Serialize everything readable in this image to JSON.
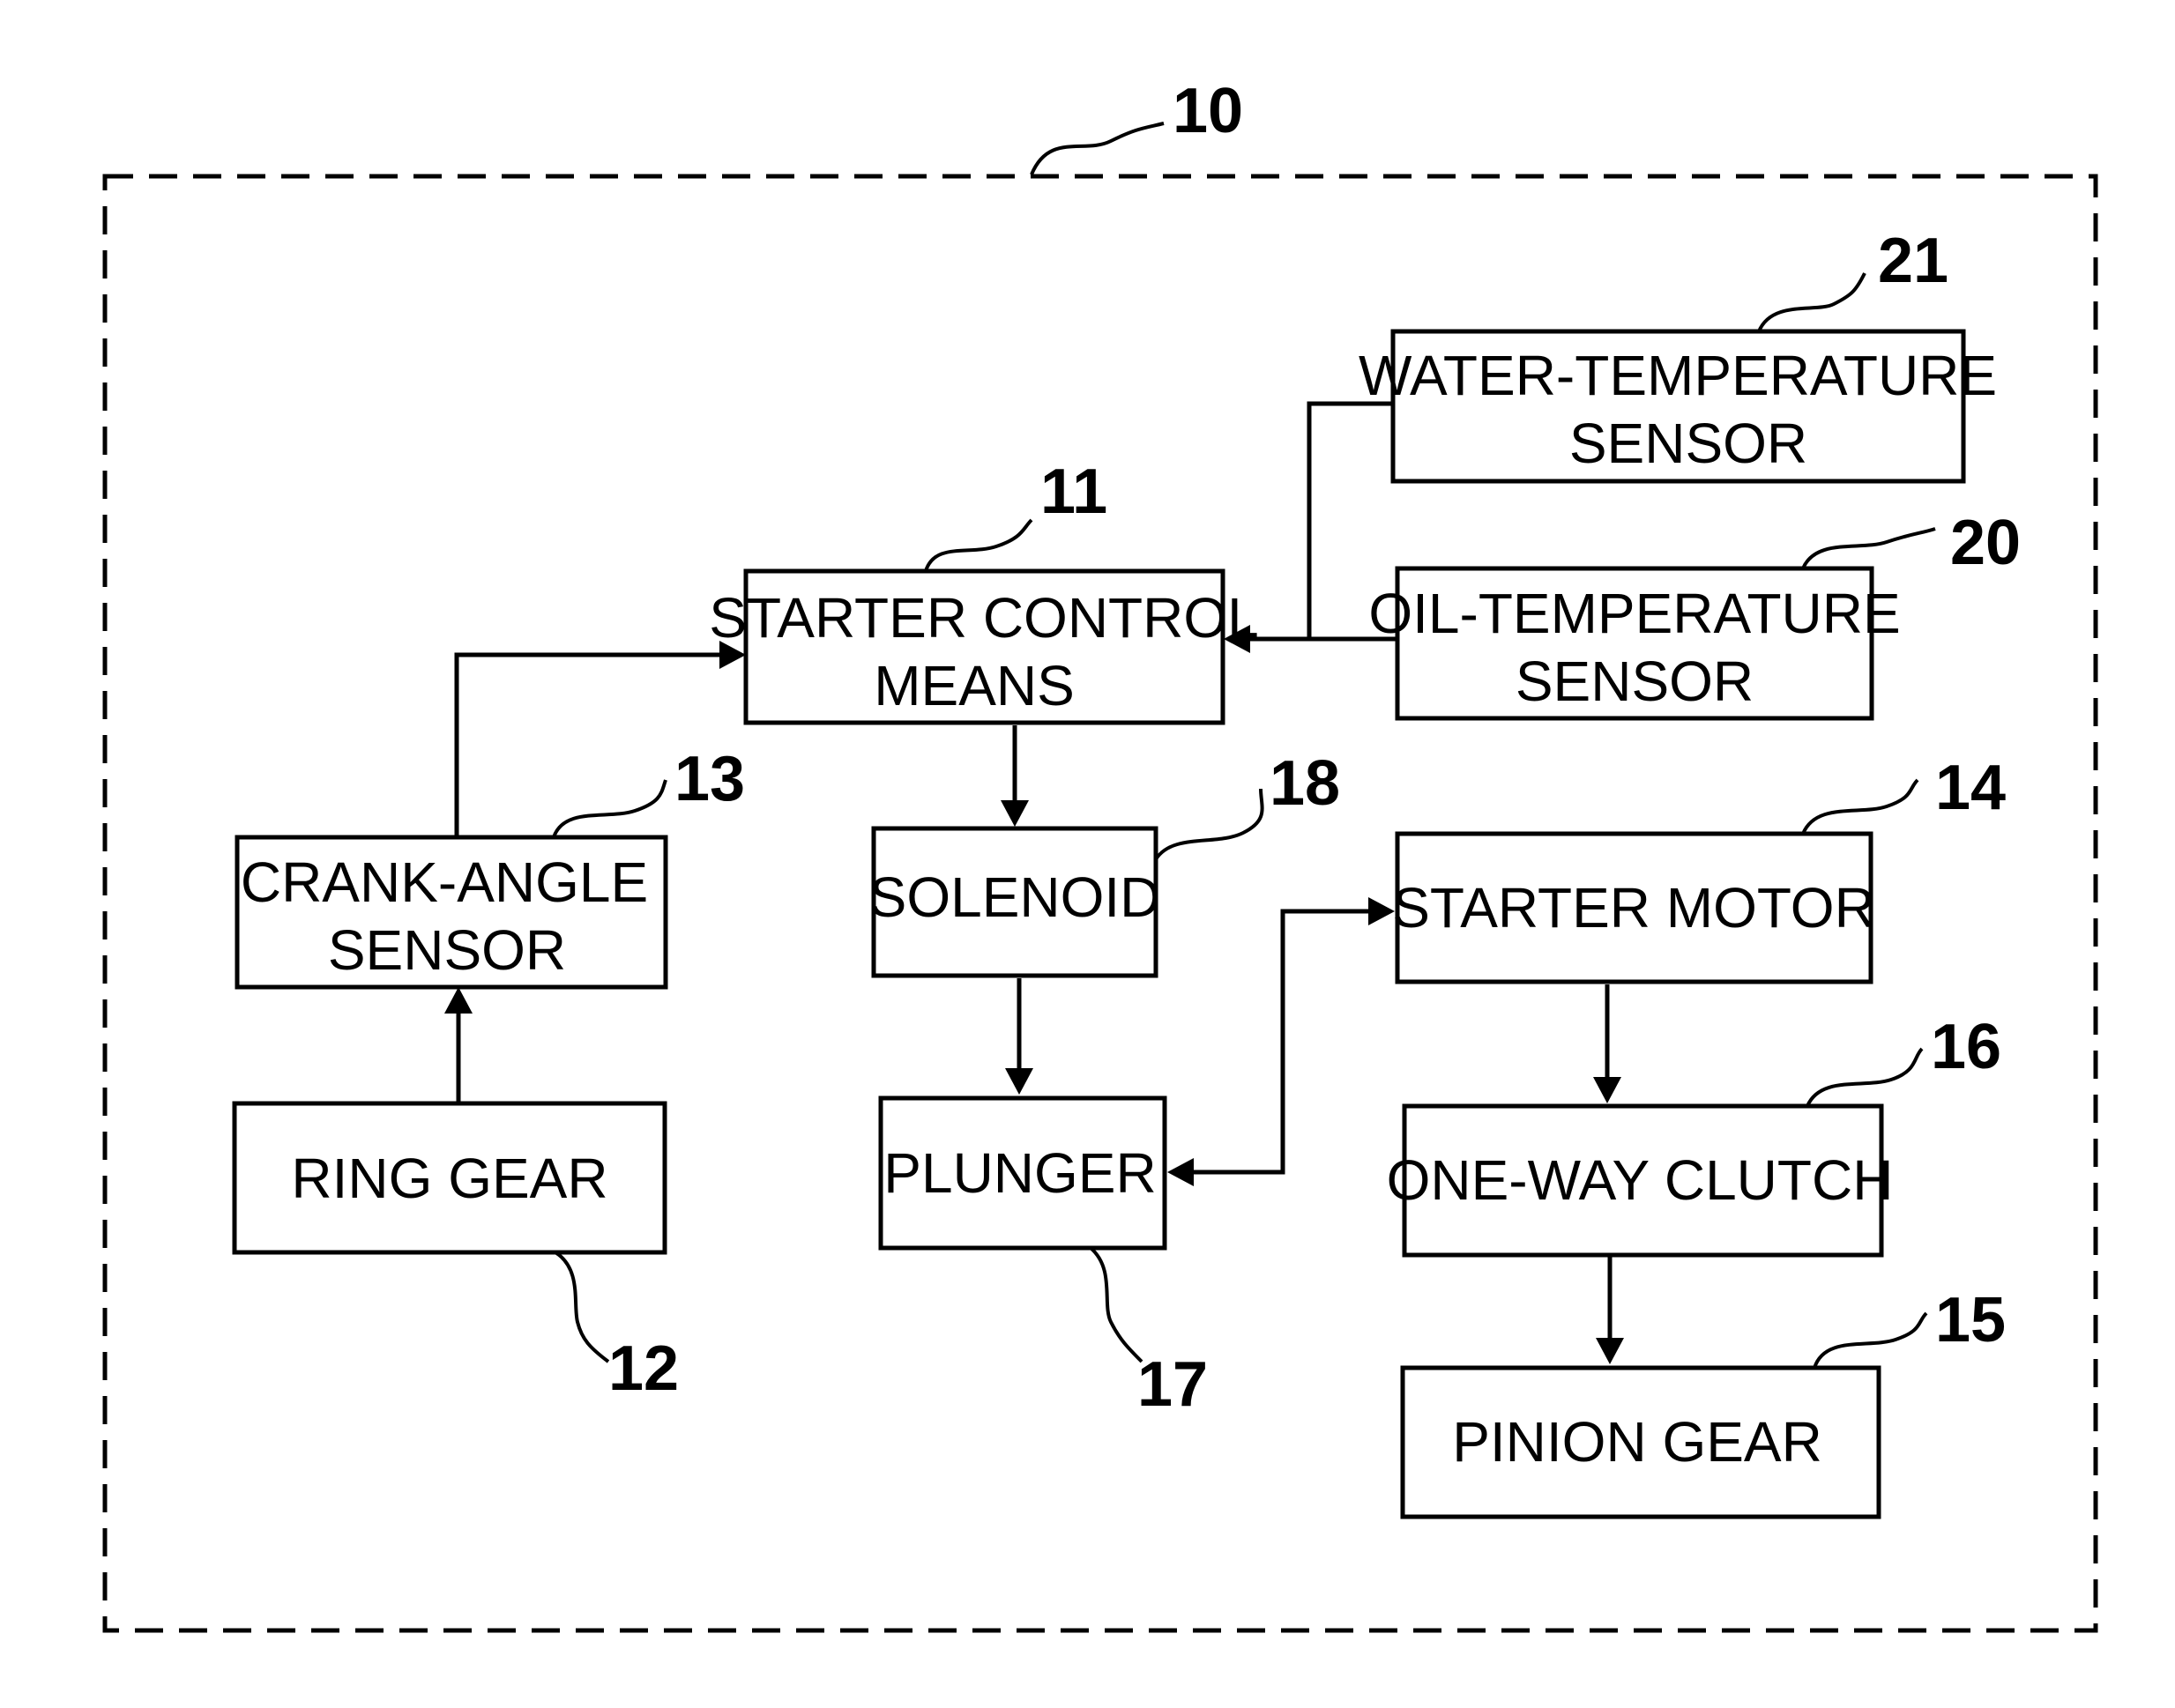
{
  "diagram": {
    "system_ref": "10",
    "blocks": {
      "starter_control": {
        "ref": "11",
        "lines": [
          "STARTER CONTROL",
          "MEANS"
        ]
      },
      "water_temp": {
        "ref": "21",
        "lines": [
          "WATER-TEMPERATURE",
          "SENSOR"
        ]
      },
      "oil_temp": {
        "ref": "20",
        "lines": [
          "OIL-TEMPERATURE",
          "SENSOR"
        ]
      },
      "crank_angle": {
        "ref": "13",
        "lines": [
          "CRANK-ANGLE",
          "SENSOR"
        ]
      },
      "solenoid": {
        "ref": "18",
        "lines": [
          "SOLENOID"
        ]
      },
      "starter_motor": {
        "ref": "14",
        "lines": [
          "STARTER MOTOR"
        ]
      },
      "ring_gear": {
        "ref": "12",
        "lines": [
          "RING GEAR"
        ]
      },
      "plunger": {
        "ref": "17",
        "lines": [
          "PLUNGER"
        ]
      },
      "one_way_clutch": {
        "ref": "16",
        "lines": [
          "ONE-WAY CLUTCH"
        ]
      },
      "pinion_gear": {
        "ref": "15",
        "lines": [
          "PINION GEAR"
        ]
      }
    }
  }
}
